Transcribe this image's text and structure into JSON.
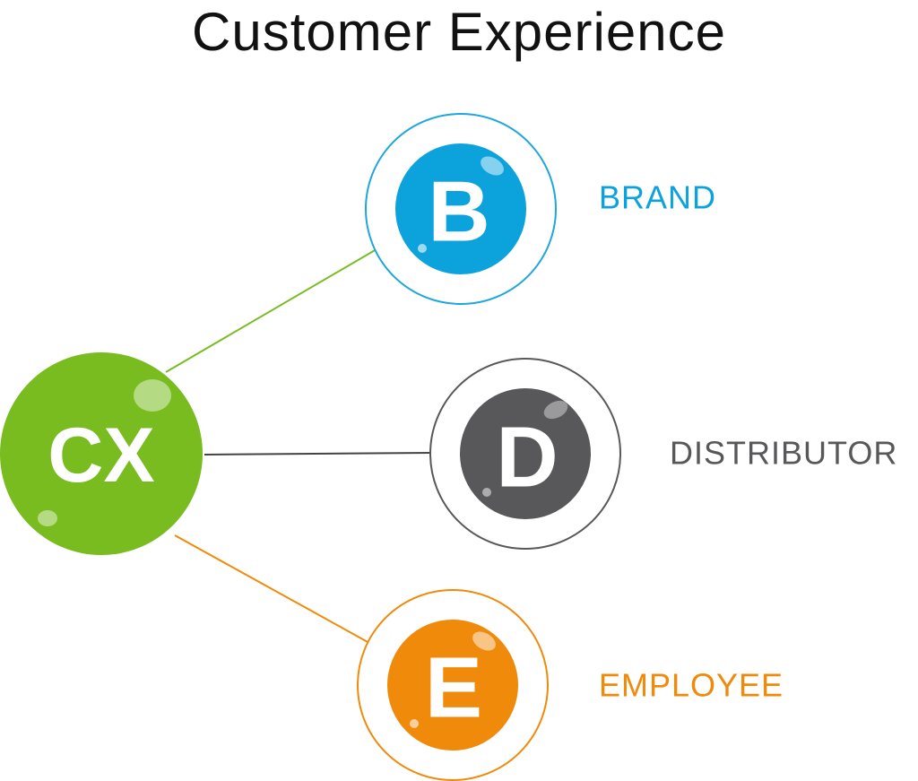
{
  "title": "Customer Experience",
  "center_node": {
    "letters": "CX",
    "color": "#78bc20"
  },
  "nodes": [
    {
      "letter": "B",
      "label": "BRAND",
      "color": "#0ca3dc",
      "ring_color": "#1ea6de",
      "connector_color": "#78bc20"
    },
    {
      "letter": "D",
      "label": "DISTRIBUTOR",
      "color": "#58585a",
      "ring_color": "#58585a",
      "connector_color": "#444444"
    },
    {
      "letter": "E",
      "label": "EMPLOYEE",
      "color": "#f08a0a",
      "ring_color": "#f08a0a",
      "connector_color": "#f08a0a"
    }
  ]
}
